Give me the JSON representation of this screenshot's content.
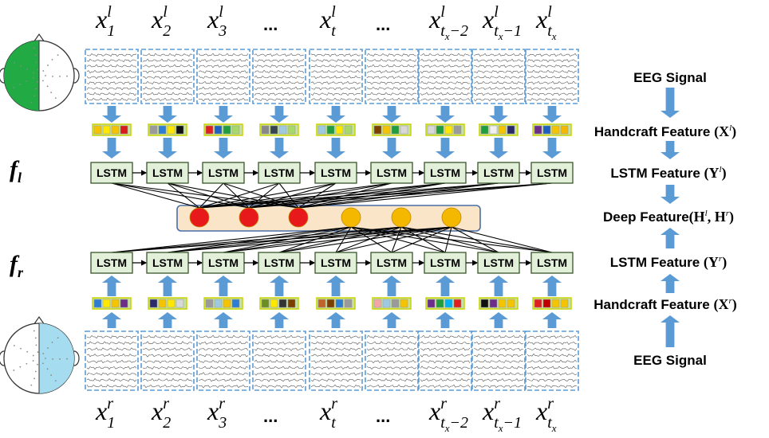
{
  "timesteps_left": [
    {
      "base": "x",
      "sub": "1",
      "sup": "l"
    },
    {
      "base": "x",
      "sub": "2",
      "sup": "l"
    },
    {
      "base": "x",
      "sub": "3",
      "sup": "l"
    },
    {
      "text": "..."
    },
    {
      "base": "x",
      "sub": "t",
      "sup": "l"
    },
    {
      "text": "..."
    },
    {
      "base": "x",
      "sub": "t_x -2",
      "sup": "l"
    },
    {
      "base": "x",
      "sub": "t_x -1",
      "sup": "l"
    },
    {
      "base": "x",
      "sub": "t_x",
      "sup": "l"
    }
  ],
  "timesteps_right": [
    {
      "base": "x",
      "sub": "1",
      "sup": "r"
    },
    {
      "base": "x",
      "sub": "2",
      "sup": "r"
    },
    {
      "base": "x",
      "sub": "3",
      "sup": "r"
    },
    {
      "text": "..."
    },
    {
      "base": "x",
      "sub": "t",
      "sup": "r"
    },
    {
      "text": "..."
    },
    {
      "base": "x",
      "sub": "t_x -2",
      "sup": "r"
    },
    {
      "base": "x",
      "sub": "t_x -1",
      "sup": "r"
    },
    {
      "base": "x",
      "sub": "t_x",
      "sup": "r"
    }
  ],
  "lstm_label": "LSTM",
  "f_left": {
    "base": "f",
    "sub": "l"
  },
  "f_right": {
    "base": "f",
    "sub": "r"
  },
  "flow_labels": {
    "eeg_signal_top": "EEG Signal",
    "handcraft_left": {
      "text": "Handcraft Feature",
      "math": "(X",
      "sup": "l",
      "close": ")"
    },
    "lstm_left": {
      "text": "LSTM Feature",
      "math": "(Y",
      "sup": "l",
      "close": ")"
    },
    "deep_feature": {
      "text": "Deep Feature",
      "math": "(H",
      "sup1": "l",
      "mid": ", H",
      "sup2": "r",
      "close": ")"
    },
    "lstm_right": {
      "text": "LSTM Feature",
      "math": "(Y",
      "sup": "r",
      "close": ")"
    },
    "handcraft_right": {
      "text": "Handcraft Feature",
      "math": "(X",
      "sup": "r",
      "close": ")"
    },
    "eeg_signal_bottom": "EEG Signal"
  },
  "deep_nodes": [
    {
      "group": "left",
      "color": "#e8191b"
    },
    {
      "group": "left",
      "color": "#e8191b"
    },
    {
      "group": "left",
      "color": "#e8191b"
    },
    {
      "group": "right",
      "color": "#f5b800"
    },
    {
      "group": "right",
      "color": "#f5b800"
    },
    {
      "group": "right",
      "color": "#f5b800"
    }
  ],
  "feature_colors_left": [
    [
      "#f5c400",
      "#ffe800",
      "#f5c400",
      "#d81b1b"
    ],
    [
      "#9a9a9a",
      "#2d7dd2",
      "#ffe800",
      "#111111"
    ],
    [
      "#e02020",
      "#2060c0",
      "#1e9e3e",
      "#a6d96a"
    ],
    [
      "#888888",
      "#36454f",
      "#9ecae1",
      "#a6d96a"
    ],
    [
      "#9ecae1",
      "#1e9e3e",
      "#ffe800",
      "#a6d96a"
    ],
    [
      "#7b3f00",
      "#f5c400",
      "#1e9e3e",
      "#d8d8d8"
    ],
    [
      "#d8d8d8",
      "#1e9e3e",
      "#ffe800",
      "#9a9a9a"
    ],
    [
      "#1e9e3e",
      "#f0f0f0",
      "#f5c400",
      "#2a2a6a"
    ],
    [
      "#6b2f8a",
      "#2060c0",
      "#f5c400",
      "#f5b800"
    ]
  ],
  "feature_colors_right": [
    [
      "#2d7dd2",
      "#ffe800",
      "#f5c400",
      "#6b2f8a"
    ],
    [
      "#2a2a6a",
      "#f5c400",
      "#ffe800",
      "#d8d8d8"
    ],
    [
      "#9a9a9a",
      "#9ecae1",
      "#f5c400",
      "#2d7dd2"
    ],
    [
      "#6b8e23",
      "#ffe800",
      "#333333",
      "#7b3f00"
    ],
    [
      "#c0642a",
      "#7b3f00",
      "#2d7dd2",
      "#9a9a9a"
    ],
    [
      "#f4a6a6",
      "#9ecae1",
      "#9a9a9a",
      "#f5c400"
    ],
    [
      "#6b2f8a",
      "#1e9e3e",
      "#00b0f0",
      "#e02020"
    ],
    [
      "#111111",
      "#6b2f8a",
      "#f5c400",
      "#f5c400"
    ],
    [
      "#e02020",
      "#c00000",
      "#f5c400",
      "#f5c400"
    ]
  ],
  "colors": {
    "arrow": "#5b9bd5",
    "lstm_fill": "#e2efd9",
    "lstm_border": "#38562a",
    "deep_box_fill": "#fbe5c8",
    "deep_box_border": "#4a6fa5",
    "eeg_border": "#5b9bd5",
    "head_left": "#22aa44",
    "head_right": "#a6dcef"
  }
}
